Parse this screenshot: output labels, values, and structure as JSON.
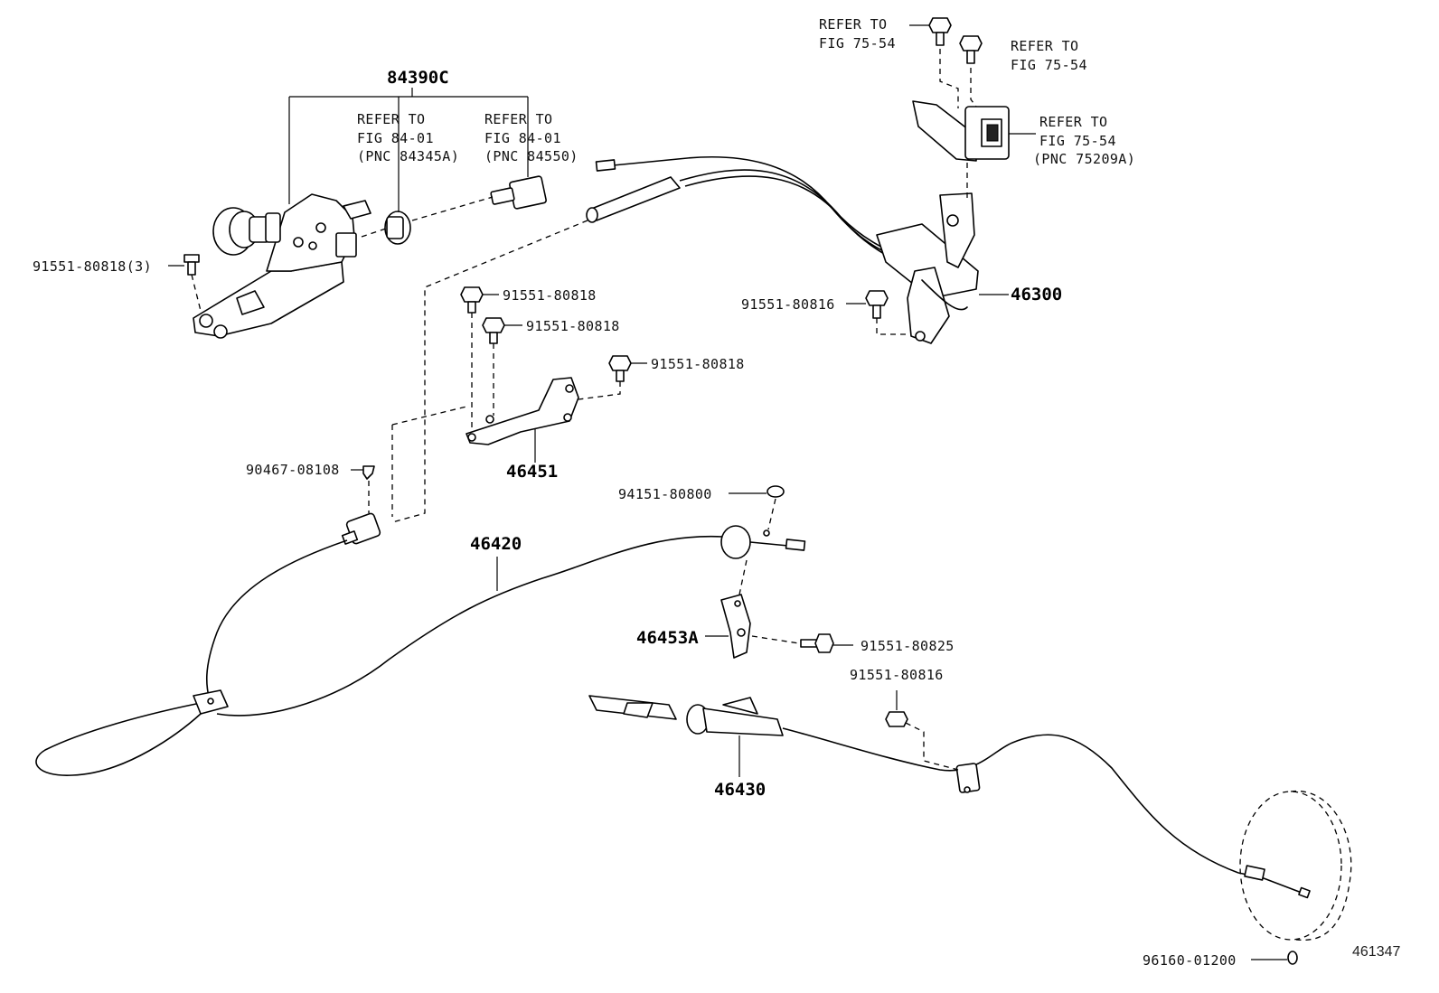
{
  "figure_number": "461347",
  "labels": {
    "assembly_84390C": "84390C",
    "refer_84345A": [
      "REFER TO",
      "FIG 84-01",
      "(PNC 84345A)"
    ],
    "refer_84550": [
      "REFER TO",
      "FIG 84-01",
      "(PNC 84550)"
    ],
    "refer_75_54_a": [
      "REFER TO",
      "FIG 75-54"
    ],
    "refer_75_54_b": [
      "REFER TO",
      "FIG 75-54"
    ],
    "refer_75209A": [
      "REFER TO",
      "FIG 75-54",
      "(PNC 75209A)"
    ],
    "bolt_91551_80818_x3": "91551-80818(3)",
    "bolt_91551_80818_a": "91551-80818",
    "bolt_91551_80818_b": "91551-80818",
    "bolt_91551_80818_c": "91551-80818",
    "bolt_91551_80816_a": "91551-80816",
    "bolt_91551_80816_b": "91551-80816",
    "bolt_91551_80825": "91551-80825",
    "part_46300": "46300",
    "part_46451": "46451",
    "clip_90467_08108": "90467-08108",
    "nut_94151_80800": "94151-80800",
    "part_46420": "46420",
    "part_46453A": "46453A",
    "part_46430": "46430",
    "ring_96160_01200": "96160-01200"
  }
}
